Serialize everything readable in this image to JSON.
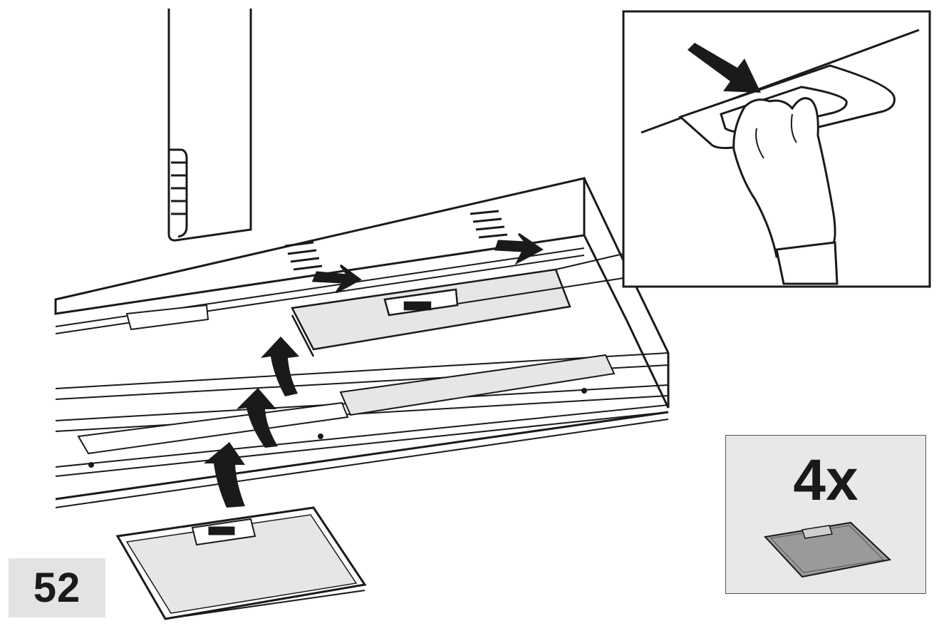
{
  "step": {
    "number": "52"
  },
  "quantity": {
    "label": "4x"
  },
  "icons": {
    "main_scene": "cooker-hood-filter-installation",
    "detail_view": "hand-pressing-filter-latch",
    "install_arrows": "curved-up-arrow",
    "push_arrows": "down-arrow-with-motion-lines",
    "filter": "grease-filter-icon"
  },
  "colors": {
    "line": "#1a1a1a",
    "filter_fill": "#e6e6e6",
    "badge_bg": "#e3e3e3",
    "qty_bg": "#e8e8e8",
    "filter_icon_fill": "#9a9a9a"
  }
}
